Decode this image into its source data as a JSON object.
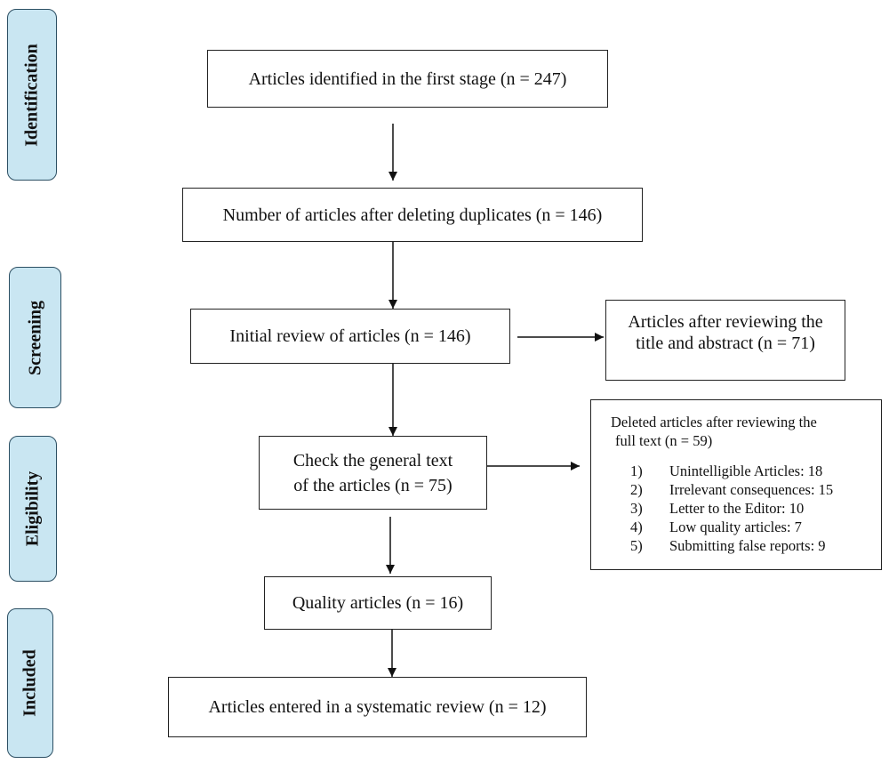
{
  "stages": {
    "identification": "Identification",
    "screening": "Screening",
    "eligibility": "Eligibility",
    "included": "Included"
  },
  "boxes": {
    "identified": "Articles identified in the first stage (n = 247)",
    "after_duplicates": "Number of articles after deleting duplicates (n = 146)",
    "initial_review": "Initial review of articles (n = 146)",
    "title_abstract_line1": "Articles after reviewing the",
    "title_abstract_line2": "title and abstract (n = 71)",
    "general_text_line1": "Check the general text",
    "general_text_line2": "of the articles (n = 75)",
    "quality": "Quality articles (n = 16)",
    "systematic_review": "Articles entered in a systematic review (n = 12)"
  },
  "deleted": {
    "heading_line1": "Deleted articles after reviewing the",
    "heading_line2": "full text (n = 59)",
    "items": [
      {
        "num": "1)",
        "text": "Unintelligible Articles: 18"
      },
      {
        "num": "2)",
        "text": "Irrelevant consequences: 15"
      },
      {
        "num": "3)",
        "text": "Letter to the Editor: 10"
      },
      {
        "num": "4)",
        "text": "Low quality articles: 7"
      },
      {
        "num": "5)",
        "text": "Submitting false reports: 9"
      }
    ]
  }
}
